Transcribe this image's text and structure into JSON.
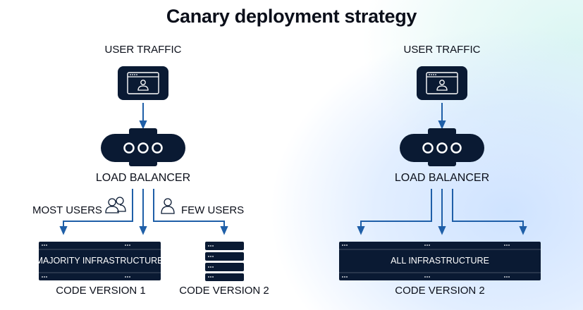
{
  "title": "Canary deployment strategy",
  "left": {
    "user_traffic": "USER TRAFFIC",
    "load_balancer": "LOAD BALANCER",
    "most_users": "MOST USERS",
    "few_users": "FEW USERS",
    "majority_box": "MAJORITY INFRASTRUCTURE",
    "version1": "CODE VERSION 1",
    "version2": "CODE VERSION 2"
  },
  "right": {
    "user_traffic": "USER TRAFFIC",
    "load_balancer": "LOAD BALANCER",
    "all_box": "ALL INFRASTRUCTURE",
    "version2": "CODE VERSION 2"
  },
  "colors": {
    "navy": "#0a1a33",
    "arrow": "#1f5fa8"
  }
}
